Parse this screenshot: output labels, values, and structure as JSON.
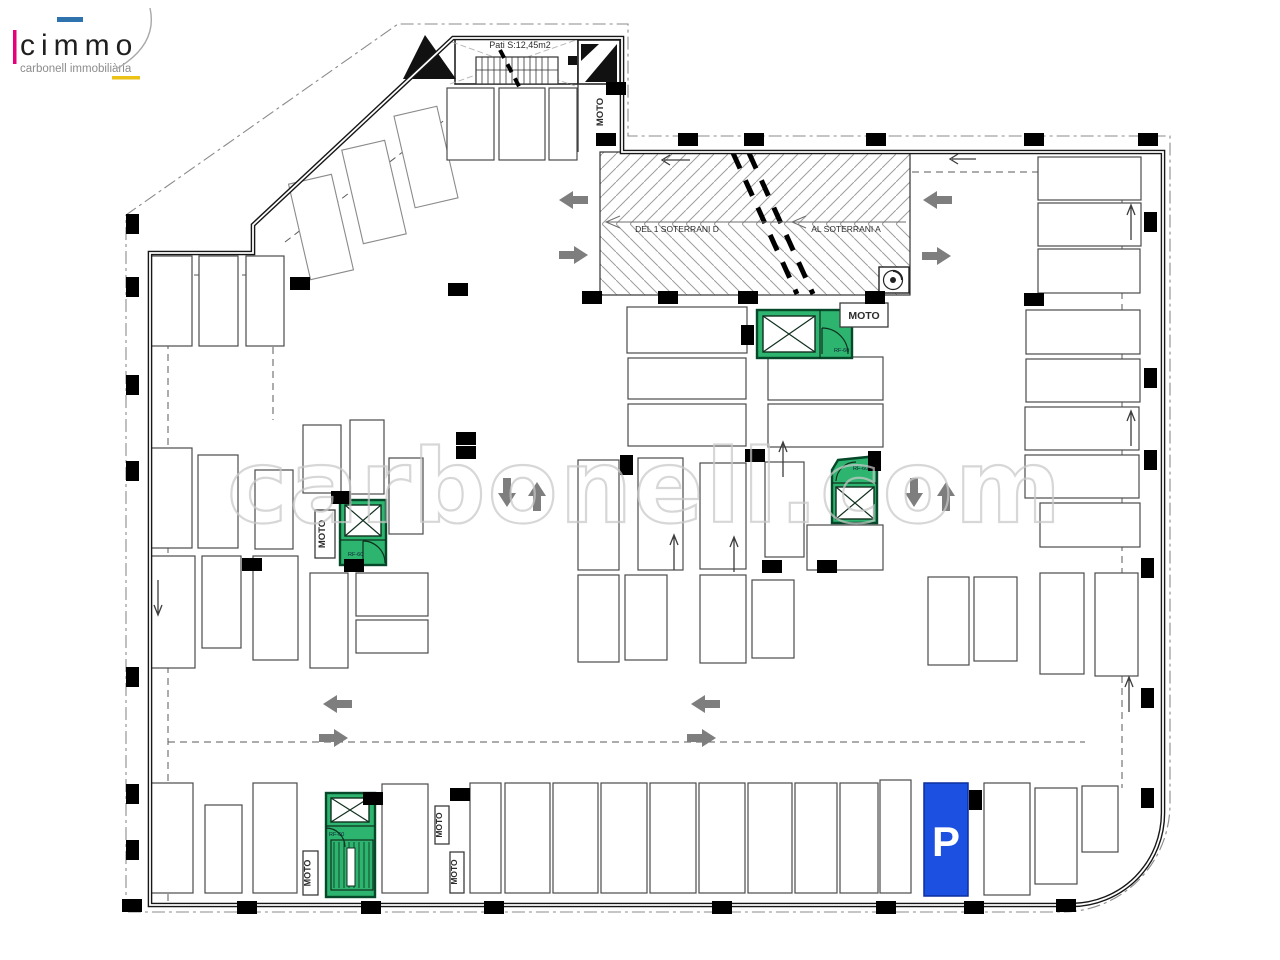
{
  "logo": {
    "brand": "cimmo",
    "tagline": "carbonell immobiliària",
    "colors": {
      "pink": "#e4007c",
      "blue": "#2f73ae",
      "yellow": "#edc217",
      "text": "#1f1f1f",
      "tagline_gray": "#8c8c8c"
    }
  },
  "watermark": {
    "text": "carbonell.com"
  },
  "labels": {
    "pati": "Pati S:12,45m2",
    "ramp_left": "DEL 1 SOTERRANI D",
    "ramp_right": "AL SOTERRANI A",
    "moto": "MOTO",
    "parking_mark": "P",
    "fire_rating": "RF-60"
  },
  "colors": {
    "stair_green": "#2db46f",
    "stair_green_light": "#a5e2c3",
    "parking_blue": "#1c50e0",
    "arrow_gray": "#7e7e7e",
    "watermark_gray": "#c9c9c9"
  }
}
